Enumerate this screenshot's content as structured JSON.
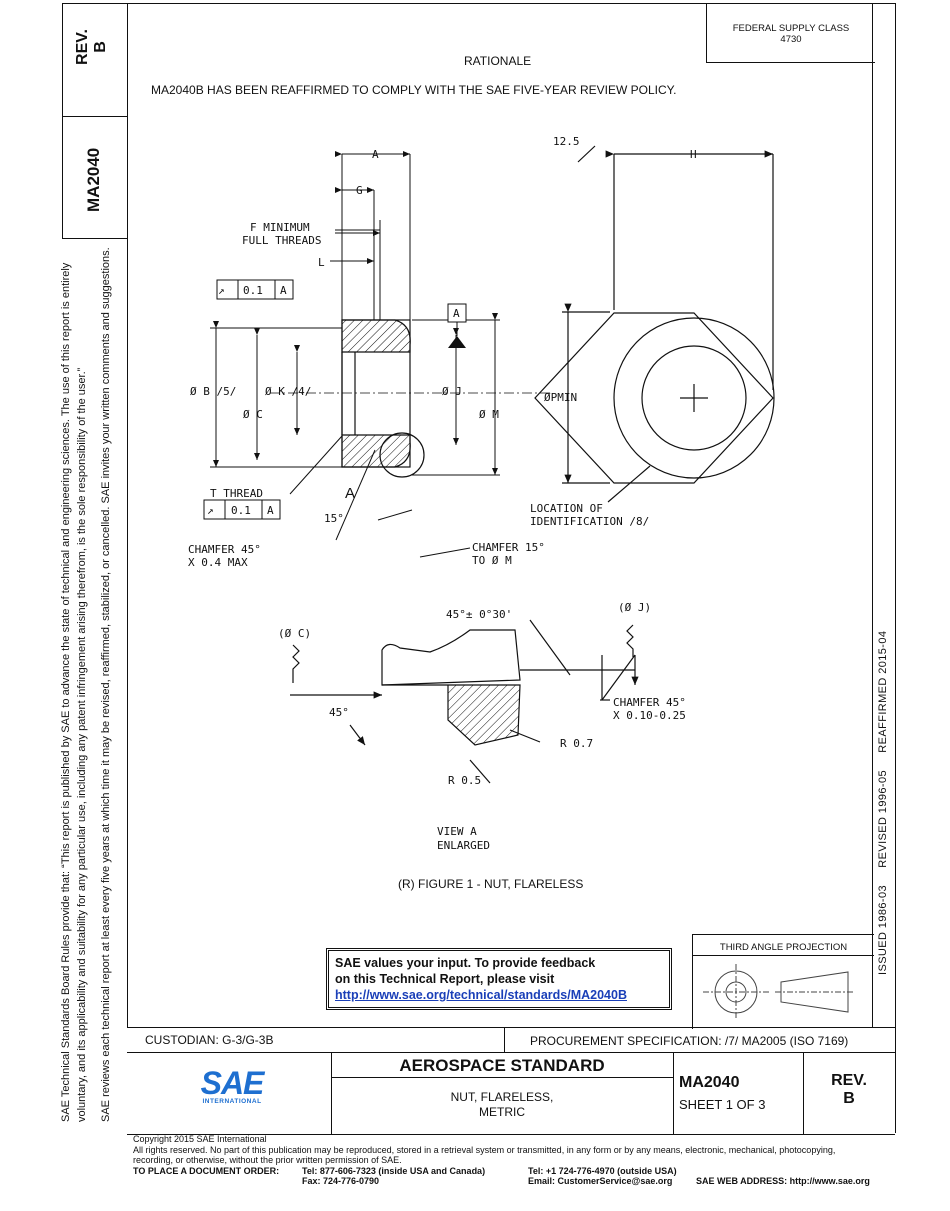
{
  "side_tab": {
    "rev_label": "REV.",
    "rev_value": "B",
    "doc_number": "MA2040"
  },
  "left_notice": {
    "line1": "SAE Technical Standards Board Rules provide that: “This report is published by SAE to advance the state of technical and engineering sciences. The use of this report is entirely",
    "line2": "voluntary, and its applicability and suitability for any particular use, including any patent infringement arising therefrom, is the sole responsibility of the user.”",
    "line3": "SAE reviews each technical report at least every five years at which time it may be revised, reaffirmed, stabilized, or cancelled. SAE invites your written comments and suggestions."
  },
  "right_margin": {
    "dates": "ISSUED 1986-03     REVISED 1996-05     REAFFIRMED 2015-04"
  },
  "header": {
    "supply_class_label": "FEDERAL SUPPLY CLASS",
    "supply_class_value": "4730",
    "rationale_title": "RATIONALE",
    "rationale_text": "MA2040B HAS BEEN REAFFIRMED TO COMPLY WITH THE SAE FIVE-YEAR REVIEW POLICY."
  },
  "drawing": {
    "labels": {
      "a": "A",
      "g": "G",
      "h": "H",
      "angle": "12.5",
      "f_min": "F MINIMUM",
      "full_threads": "FULL THREADS",
      "l": "L",
      "tol1": "0.1",
      "datum_a": "A",
      "dia_b": "Ø B /5/",
      "dia_k": "Ø K /4/",
      "dia_c": "Ø C",
      "dia_j": "Ø J",
      "dia_m": "Ø M",
      "p_min": "ØPMIN",
      "t_thread": "T THREAD",
      "tol2": "0.1",
      "detail_a": "A",
      "fifteen": "15°",
      "chamfer_45": "CHAMFER 45°",
      "x04": "X 0.4 MAX",
      "chamfer_15": "CHAMFER 15°",
      "to_m": "TO Ø M",
      "loc_id": "LOCATION OF",
      "ident": "IDENTIFICATION /8/",
      "angle45_30": "45°± 0°30'",
      "paren_j": "(Ø J)",
      "paren_c": "(Ø C)",
      "chamfer_45b": "CHAMFER 45°",
      "x010": "X 0.10-0.25",
      "deg45": "45°",
      "r07": "R 0.7",
      "r05": "R 0.5",
      "view_a": "VIEW A",
      "enlarged": "ENLARGED",
      "figure_caption": "(R) FIGURE 1 - NUT, FLARELESS"
    }
  },
  "feedback": {
    "line1": "SAE values your input. To provide feedback",
    "line2": "on this Technical Report, please visit",
    "link": "http://www.sae.org/technical/standards/MA2040B"
  },
  "projection": {
    "label": "THIRD ANGLE PROJECTION"
  },
  "title_block": {
    "custodian": "CUSTODIAN: G-3/G-3B",
    "procurement": "PROCUREMENT SPECIFICATION: /7/ MA2005 (ISO 7169)",
    "logo_text": "SAE",
    "logo_sub": "INTERNATIONAL",
    "standard_title": "AEROSPACE STANDARD",
    "part_name_line1": "NUT, FLARELESS,",
    "part_name_line2": "METRIC",
    "doc_number": "MA2040",
    "sheet": "SHEET 1 OF 3",
    "rev_label": "REV.",
    "rev_value": "B"
  },
  "footer": {
    "copyright": "Copyright 2015 SAE International",
    "rights_line1": "All rights reserved. No part of this publication may be reproduced, stored in a retrieval system or transmitted, in any form or by any means, electronic, mechanical, photocopying,",
    "rights_line2": "recording, or otherwise, without the prior written permission of SAE.",
    "order_label": "TO PLACE A DOCUMENT ORDER:",
    "tel_usa": "Tel: 877-606-7323 (inside USA and Canada)",
    "fax": "Fax: 724-776-0790",
    "tel_outside": "Tel: +1 724-776-4970 (outside USA)",
    "email": "Email: CustomerService@sae.org",
    "web": "SAE WEB ADDRESS: http://www.sae.org"
  },
  "colors": {
    "link": "#1a3fb8",
    "logo_blue": "#1e6fd0",
    "ink": "#111111"
  }
}
